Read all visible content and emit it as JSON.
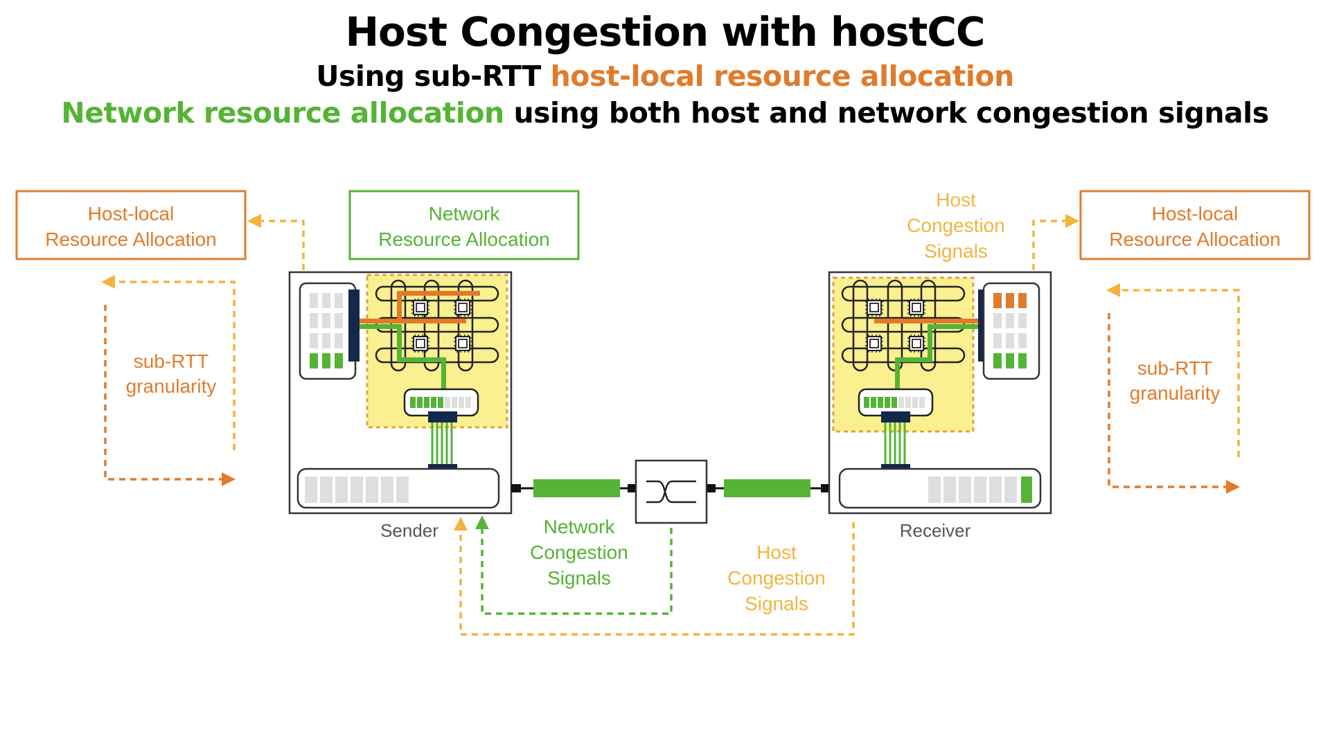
{
  "title": {
    "main": "Host Congestion with hostCC",
    "line2_prefix": "Using sub-RTT ",
    "line2_highlight": "host-local resource allocation",
    "line3_highlight": "Network resource allocation",
    "line3_suffix": " using both host and network congestion signals"
  },
  "colors": {
    "orange": "#E07B2C",
    "green": "#55B335",
    "amber": "#F3B33D",
    "yellow_fill": "#FAF08F",
    "navy": "#14284B",
    "gray_cell": "#DEDEDE"
  },
  "left": {
    "allocation_box": [
      "Host-local",
      "Resource Allocation"
    ],
    "granularity": [
      "sub-RTT",
      "granularity"
    ],
    "host_label": "Sender"
  },
  "center": {
    "network_box": [
      "Network",
      "Resource Allocation"
    ],
    "network_signals": [
      "Network",
      "Congestion",
      "Signals"
    ],
    "host_signals_bottom": [
      "Host",
      "Congestion",
      "Signals"
    ],
    "switch_icon": "crossbar-switch-icon",
    "chip_icon": "cpu-chip-icon"
  },
  "right": {
    "host_signals_top": [
      "Host",
      "Congestion",
      "Signals"
    ],
    "allocation_box": [
      "Host-local",
      "Resource Allocation"
    ],
    "granularity": [
      "sub-RTT",
      "granularity"
    ],
    "host_label": "Receiver"
  }
}
